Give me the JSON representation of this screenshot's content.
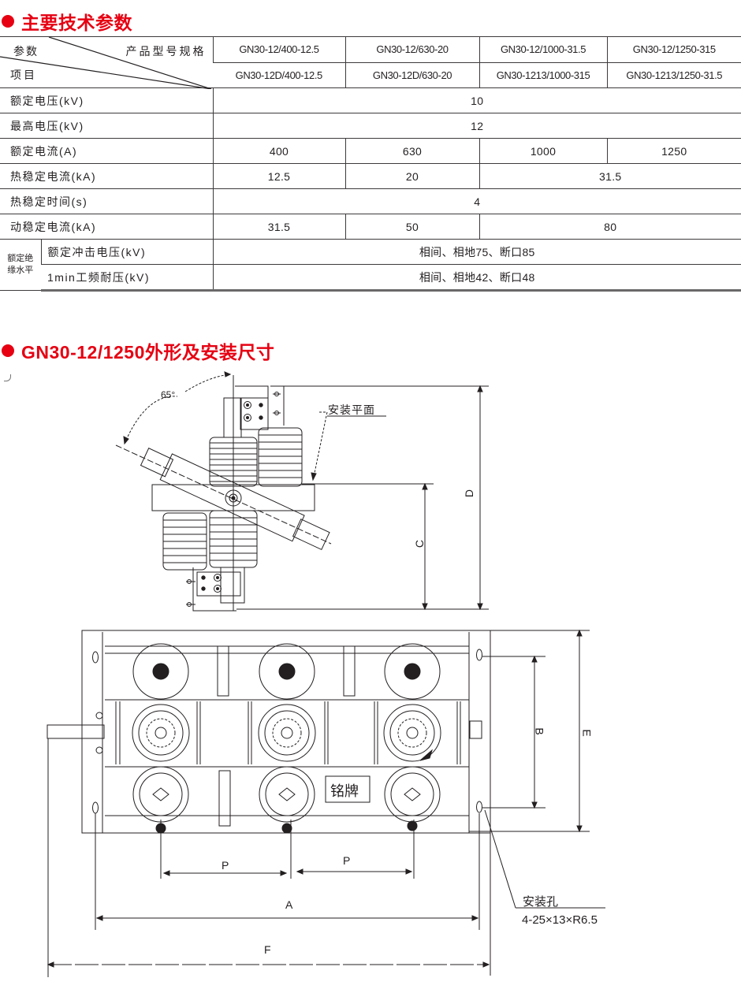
{
  "sections": {
    "specs_title": "主要技术参数",
    "drawing_title": "GN30-12/1250外形及安装尺寸"
  },
  "spec_table": {
    "header": {
      "param_label": "参数",
      "model_label": "产品型号规格",
      "item_label": "项目",
      "models_row1": [
        "GN30-12/400-12.5",
        "GN30-12/630-20",
        "GN30-12/1000-31.5",
        "GN30-12/1250-315"
      ],
      "models_row2": [
        "GN30-12D/400-12.5",
        "GN30-12D/630-20",
        "GN30-1213/1000-315",
        "GN30-1213/1250-31.5"
      ]
    },
    "rows": {
      "rated_voltage": {
        "label": "额定电压(kV)",
        "value": "10"
      },
      "max_voltage": {
        "label": "最高电压(kV)",
        "value": "12"
      },
      "rated_current": {
        "label": "额定电流(A)",
        "values": [
          "400",
          "630",
          "1000",
          "1250"
        ]
      },
      "thermal_current": {
        "label": "热稳定电流(kA)",
        "values": [
          "12.5",
          "20",
          "31.5"
        ]
      },
      "thermal_time": {
        "label": "热稳定时间(s)",
        "value": "4"
      },
      "dynamic_current": {
        "label": "动稳定电流(kA)",
        "values": [
          "31.5",
          "50",
          "80"
        ]
      },
      "insulation_group": "额定绝缘水平",
      "impulse_voltage": {
        "label": "额定冲击电压(kV)",
        "value": "相间、相地75、断口85"
      },
      "power_freq_voltage": {
        "label": "1min工频耐压(kV)",
        "value": "相间、相地42、断口48"
      }
    }
  },
  "drawing": {
    "angle_label": "65°",
    "mount_plane_label": "安装平面",
    "dim_C": "C",
    "dim_D": "D",
    "dim_B": "B",
    "dim_E": "E",
    "dim_P1": "P",
    "dim_P2": "P",
    "dim_A": "A",
    "dim_F": "F",
    "nameplate_label": "铭牌",
    "mount_hole_label": "安装孔",
    "mount_hole_spec": "4-25×13×R6.5"
  }
}
